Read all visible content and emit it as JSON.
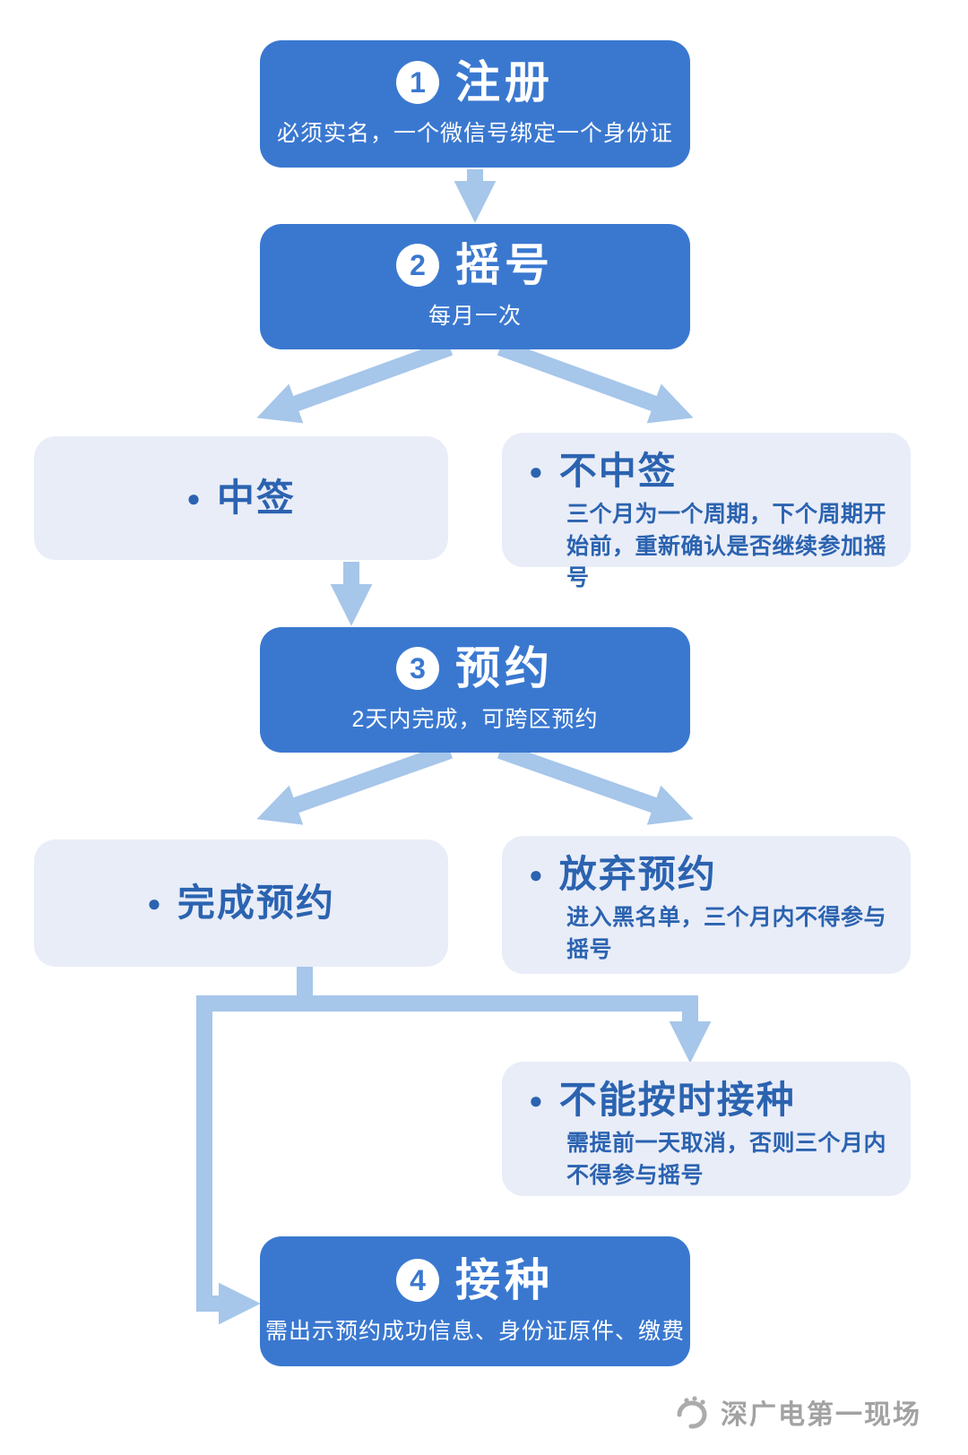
{
  "meta": {
    "type": "flowchart",
    "language": "zh-CN"
  },
  "colors": {
    "step_box": "#3A78D0",
    "leaf_box": "#E9EDF8",
    "leaf_text": "#2B63B0",
    "arrow": "#A6C6EA",
    "watermark": "#A2A2A2"
  },
  "nodes": {
    "register": {
      "number": "1",
      "title": "注册",
      "subtitle": "必须实名，一个微信号绑定一个身份证"
    },
    "lottery": {
      "number": "2",
      "title": "摇号",
      "subtitle": "每月一次"
    },
    "win": {
      "bullet": "●",
      "title": "中签"
    },
    "lose": {
      "bullet": "●",
      "title": "不中签",
      "desc": "三个月为一个周期，下个周期开始前，重新确认是否继续参加摇号"
    },
    "reserve": {
      "number": "3",
      "title": "预约",
      "subtitle": "2天内完成，可跨区预约"
    },
    "reserve_done": {
      "bullet": "●",
      "title": "完成预约"
    },
    "reserve_abandon": {
      "bullet": "●",
      "title": "放弃预约",
      "desc": "进入黑名单，三个月内不得参与摇号"
    },
    "miss_appointment": {
      "bullet": "●",
      "title": "不能按时接种",
      "desc": "需提前一天取消，否则三个月内不得参与摇号"
    },
    "vaccinate": {
      "number": "4",
      "title": "接种",
      "subtitle": "需出示预约成功信息、身份证原件、缴费"
    }
  },
  "edges": [
    "注册 → 摇号",
    "摇号 → 中签",
    "摇号 → 不中签",
    "中签 → 预约",
    "预约 → 完成预约",
    "预约 → 放弃预约",
    "完成预约 → 不能按时接种",
    "完成预约 → 接种"
  ],
  "watermark": {
    "text": "深广电第一现场"
  }
}
